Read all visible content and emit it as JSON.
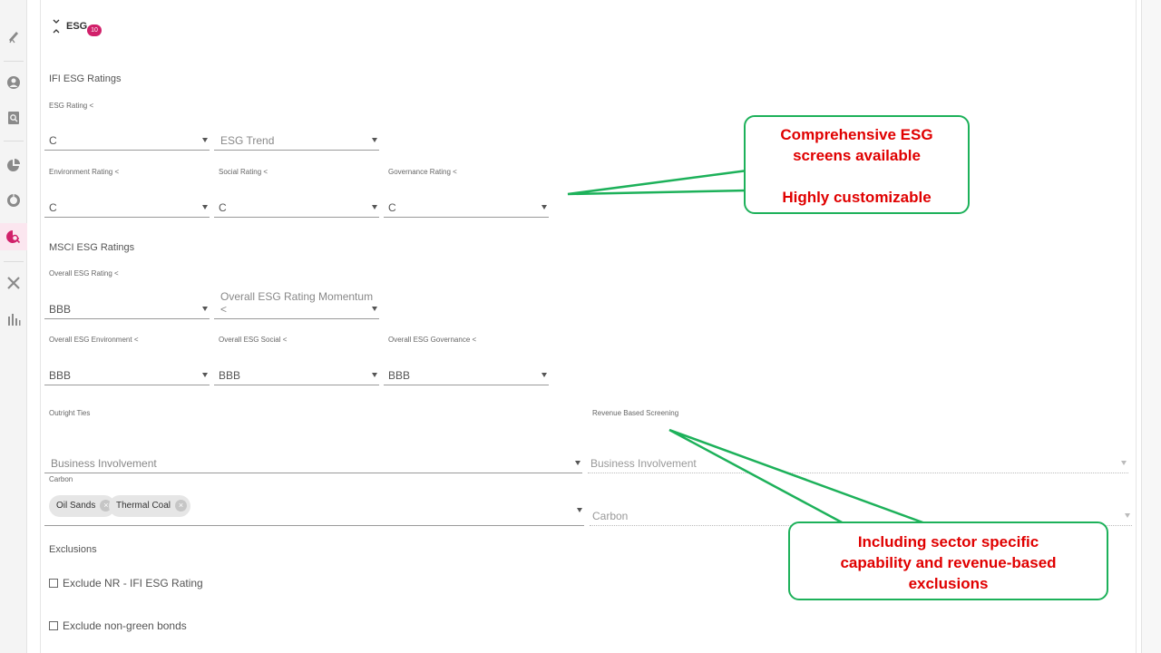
{
  "header": {
    "title": "ESG",
    "badge": "10"
  },
  "ifi": {
    "section_title": "IFI ESG Ratings",
    "esg_rating": {
      "label": "ESG Rating <",
      "value": "C"
    },
    "esg_trend": {
      "placeholder": "ESG Trend"
    },
    "environment": {
      "label": "Environment Rating <",
      "value": "C"
    },
    "social": {
      "label": "Social Rating <",
      "value": "C"
    },
    "governance": {
      "label": "Governance Rating <",
      "value": "C"
    }
  },
  "msci": {
    "section_title": "MSCI ESG Ratings",
    "overall": {
      "label": "Overall ESG Rating <",
      "value": "BBB"
    },
    "momentum": {
      "placeholder": "Overall ESG Rating Momentum <"
    },
    "environment": {
      "label": "Overall ESG Environment <",
      "value": "BBB"
    },
    "social": {
      "label": "Overall ESG Social <",
      "value": "BBB"
    },
    "governance": {
      "label": "Overall ESG Governance <",
      "value": "BBB"
    }
  },
  "outright": {
    "title": "Outright Ties",
    "business": {
      "placeholder": "Business Involvement"
    },
    "carbon_label": "Carbon",
    "chips": [
      "Oil Sands",
      "Thermal Coal"
    ]
  },
  "revenue": {
    "title": "Revenue Based Screening",
    "business": {
      "placeholder": "Business Involvement"
    },
    "carbon": {
      "placeholder": "Carbon"
    }
  },
  "exclusions": {
    "title": "Exclusions",
    "items": [
      "Exclude NR - IFI ESG Rating",
      "Exclude non-green bonds"
    ]
  },
  "callouts": {
    "top": {
      "line1": "Comprehensive ESG",
      "line2": "screens available",
      "line3": "Highly customizable"
    },
    "bottom": {
      "line1": "Including sector specific",
      "line2": "capability and revenue-based",
      "line3": "exclusions"
    }
  },
  "colors": {
    "accent": "#d1206a",
    "callout_border": "#1db15a",
    "callout_text": "#e00000"
  },
  "sidebar_icons": [
    "telescope-icon",
    "user-icon",
    "search-doc-icon",
    "pie-chart-icon",
    "donut-chart-icon",
    "analytics-search-icon",
    "tools-icon",
    "bar-chart-icon"
  ]
}
